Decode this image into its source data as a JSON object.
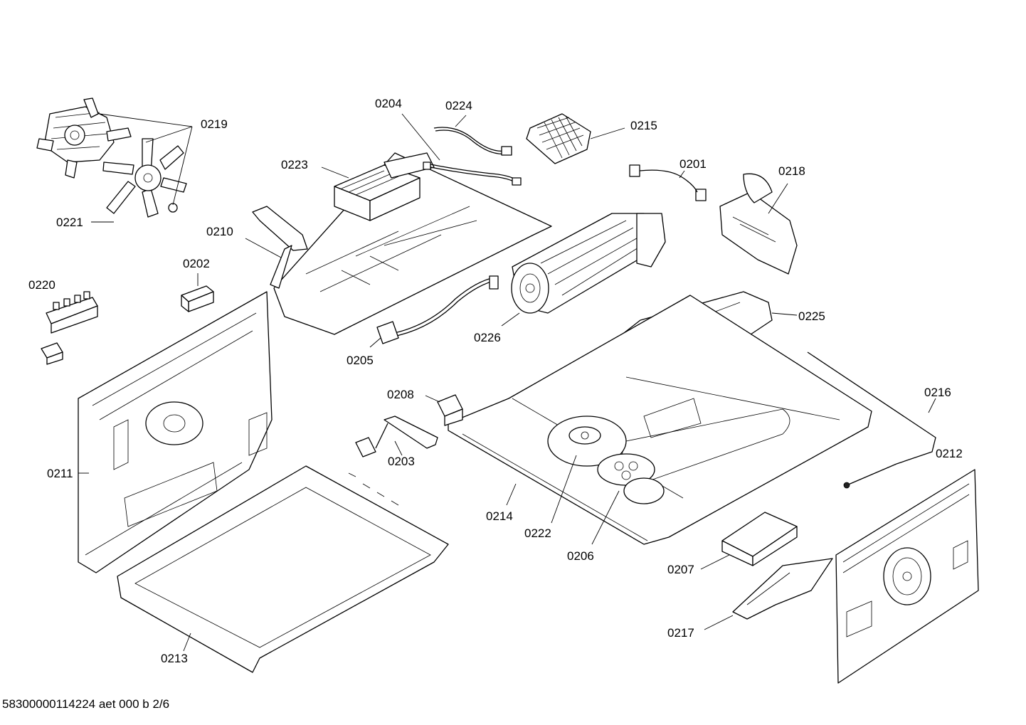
{
  "diagram": {
    "labels": {
      "p0201": "0201",
      "p0202": "0202",
      "p0203": "0203",
      "p0204": "0204",
      "p0205": "0205",
      "p0206": "0206",
      "p0207": "0207",
      "p0208": "0208",
      "p0210": "0210",
      "p0211": "0211",
      "p0212": "0212",
      "p0213": "0213",
      "p0214": "0214",
      "p0215": "0215",
      "p0216": "0216",
      "p0217": "0217",
      "p0218": "0218",
      "p0219": "0219",
      "p0220": "0220",
      "p0221": "0221",
      "p0222": "0222",
      "p0223": "0223",
      "p0224": "0224",
      "p0225": "0225",
      "p0226": "0226"
    },
    "footer": "58300000114224 aet 000 b 2/6"
  }
}
